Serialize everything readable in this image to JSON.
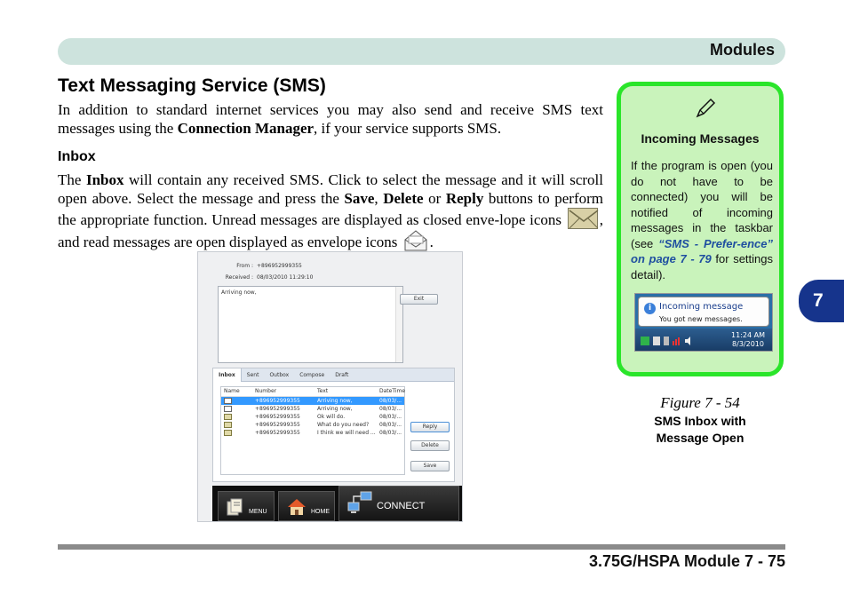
{
  "header": {
    "title": "Modules"
  },
  "section": {
    "title": "Text Messaging Service (SMS)",
    "intro_a": "In addition to standard internet services you may also send and receive SMS text messages using the ",
    "intro_bold": "Connection Manager",
    "intro_b": ", if your service supports SMS."
  },
  "inbox": {
    "title": "Inbox",
    "t1": "The ",
    "b1": "Inbox",
    "t2": " will contain any received SMS. Click to select the message and it will scroll open above. Select the message and press the ",
    "b2": "Save",
    "t3": ", ",
    "b3": "Delete",
    "t4": " or ",
    "b4": "Reply",
    "t5": " buttons to perform the appropriate function. Unread messages are displayed as closed enve-lope icons",
    "t6": ", and read messages are open displayed as envelope icons",
    "t7": "."
  },
  "sms_app": {
    "from_label": "From :",
    "from_value": "+896952999355",
    "received_label": "Received :",
    "received_value": "08/03/2010 11:29:10",
    "message_text": "Arriving now,",
    "exit_label": "Exit",
    "tabs": [
      "Inbox",
      "Sent",
      "Outbox",
      "Compose",
      "Draft"
    ],
    "columns": [
      "Name",
      "Number",
      "Text",
      "DateTime"
    ],
    "rows": [
      {
        "number": "+896952999355",
        "text": "Arriving now,",
        "date": "08/03/...",
        "read": true,
        "selected": true
      },
      {
        "number": "+896952999355",
        "text": "Arriving now,",
        "date": "08/03/...",
        "read": true,
        "selected": false
      },
      {
        "number": "+896952999355",
        "text": "Ok will do.",
        "date": "08/03/...",
        "read": false,
        "selected": false
      },
      {
        "number": "+896952999355",
        "text": "What do you need?",
        "date": "08/03/...",
        "read": false,
        "selected": false
      },
      {
        "number": "+896952999355",
        "text": "I think we will need ...",
        "date": "08/03/...",
        "read": false,
        "selected": false
      }
    ],
    "reply_label": "Reply",
    "delete_label": "Delete",
    "save_label": "Save",
    "menu_label": "MENU",
    "home_label": "HOME",
    "connect_label": "CONNECT"
  },
  "note": {
    "title": "Incoming Messages",
    "text_a": "If the program is open (you do not have to be connected) you will be notified of incoming messages in the taskbar (see ",
    "link": "“SMS - Prefer-ence” on page 7 - 79",
    "text_b": " for settings detail).",
    "balloon_title": "Incoming message",
    "balloon_sub": "You got new messages.",
    "tray_time": "11:24 AM",
    "tray_date": "8/3/2010"
  },
  "figure": {
    "number": "Figure 7 - 54",
    "caption_line1": "SMS Inbox with",
    "caption_line2": "Message Open"
  },
  "side_tab": "7",
  "footer": {
    "text": "3.75G/HSPA Module  7  -  75"
  },
  "colors": {
    "note_border": "#2ae52a",
    "note_bg": "#c9f3bb",
    "side_tab": "#16348c",
    "header_bar": "#cde3dd"
  }
}
